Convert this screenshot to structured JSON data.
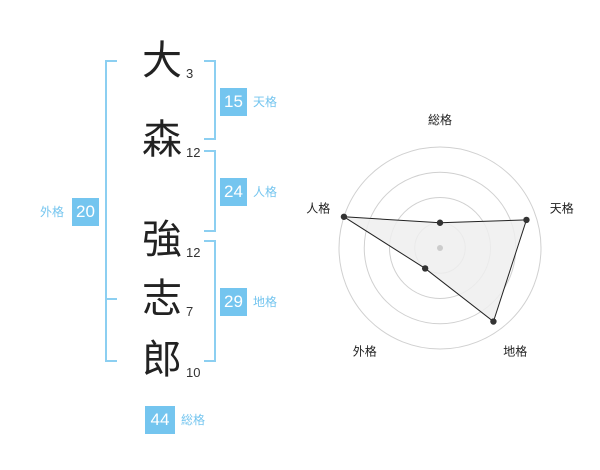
{
  "name": {
    "characters": [
      {
        "char": "大",
        "strokes": "3"
      },
      {
        "char": "森",
        "strokes": "12"
      },
      {
        "char": "強",
        "strokes": "12"
      },
      {
        "char": "志",
        "strokes": "7"
      },
      {
        "char": "郎",
        "strokes": "10"
      }
    ]
  },
  "kaku": {
    "tenkaku": {
      "value": "15",
      "label": "天格"
    },
    "jinkaku": {
      "value": "24",
      "label": "人格"
    },
    "chikaku": {
      "value": "29",
      "label": "地格"
    },
    "gaikaku": {
      "value": "20",
      "label": "外格"
    },
    "soukaku": {
      "value": "44",
      "label": "総格"
    }
  },
  "chart_data": {
    "type": "radar",
    "axes": [
      "総格",
      "天格",
      "地格",
      "外格",
      "人格"
    ],
    "values": [
      0.25,
      0.9,
      0.9,
      0.25,
      1.0
    ],
    "rings": 4,
    "colors": {
      "fill": "#efefef",
      "line": "#222222",
      "ring": "#d0d0d0",
      "point": "#333333"
    }
  }
}
